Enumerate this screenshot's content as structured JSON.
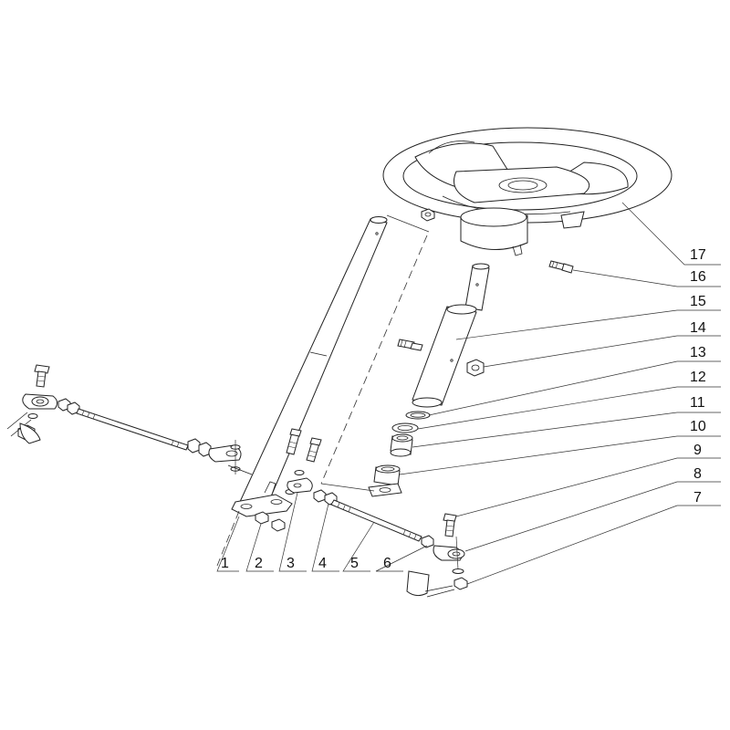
{
  "callouts": [
    {
      "num": "1"
    },
    {
      "num": "2"
    },
    {
      "num": "3"
    },
    {
      "num": "4"
    },
    {
      "num": "5"
    },
    {
      "num": "6"
    },
    {
      "num": "7"
    },
    {
      "num": "8"
    },
    {
      "num": "9"
    },
    {
      "num": "10"
    },
    {
      "num": "11"
    },
    {
      "num": "12"
    },
    {
      "num": "13"
    },
    {
      "num": "14"
    },
    {
      "num": "15"
    },
    {
      "num": "16"
    },
    {
      "num": "17"
    }
  ]
}
